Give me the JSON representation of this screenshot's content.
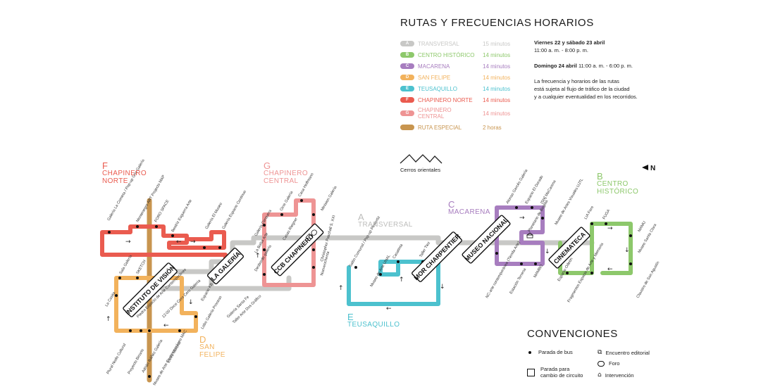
{
  "legend": {
    "title": "RUTAS Y FRECUENCIAS",
    "routes": [
      {
        "letter": "A",
        "name": "TRANSVERSAL",
        "freq": "15 minutos",
        "color": "#c8c8c6"
      },
      {
        "letter": "B",
        "name": "CENTRO HISTÓRICO",
        "freq": "14 minutos",
        "color": "#8dc86b"
      },
      {
        "letter": "C",
        "name": "MACARENA",
        "freq": "14 minutos",
        "color": "#a77dbf"
      },
      {
        "letter": "D",
        "name": "SAN FELIPE",
        "freq": "14 minutos",
        "color": "#f2b25c"
      },
      {
        "letter": "E",
        "name": "TEUSAQUILLO",
        "freq": "14 minutos",
        "color": "#4cc1ce"
      },
      {
        "letter": "F",
        "name": "CHAPINERO NORTE",
        "freq": "14 minutos",
        "color": "#ea5b4f"
      },
      {
        "letter": "G",
        "name": "CHAPINERO CENTRAL",
        "freq": "14 minutos",
        "color": "#ee9494"
      },
      {
        "letter": "",
        "name": "RUTA ESPECIAL",
        "freq": "2 horas",
        "color": "#c8954f"
      }
    ]
  },
  "schedule": {
    "title": "HORARIOS",
    "day1": "Viernes 22 y sábado 23 abril",
    "hours1": "11:00 a. m. - 8:00 p. m.",
    "day2": "Domingo 24 abril",
    "hours2": "11:00 a. m. - 6:00 p. m.",
    "note1": "La frecuencia y horarios de las rutas",
    "note2": "está sujeta al flujo de tráfico de la ciudad",
    "note3": "y a cualquier eventualidad en los recorridos."
  },
  "map": {
    "mountains_label": "Cerros orientales",
    "north_label": "N",
    "route_names": {
      "F": {
        "letter": "F",
        "l1": "CHAPINERO",
        "l2": "NORTE"
      },
      "G": {
        "letter": "G",
        "l1": "CHAPINERO",
        "l2": "CENTRAL"
      },
      "A": {
        "letter": "A",
        "l1": "TRANSVERSAL"
      },
      "C": {
        "letter": "C",
        "l1": "MACARENA"
      },
      "B": {
        "letter": "B",
        "l1": "CENTRO",
        "l2": "HISTÓRICO"
      },
      "E": {
        "letter": "E",
        "l1": "TEUSAQUILLO"
      },
      "D": {
        "letter": "D",
        "l1": "SAN",
        "l2": "FELIPE"
      }
    },
    "hubs": [
      "INSTITUTO DE VISIÓN",
      "LA GALERÍA",
      "CCB CHAPINERO",
      "MOR CHARPENTIER",
      "MUSEO NACIONAL",
      "CINEMATECA"
    ],
    "stops": {
      "s1": "Galería La Cometa / Pop-up Gris Galería",
      "s2": "Montenegro ART Projects MAP",
      "s3": "FORO SPACE",
      "s4": "Beatriz Esguerra Arte",
      "s5": "Galería El Museo",
      "s6": "Galería Espacio Continuo",
      "s7": "Sala Galería",
      "s8": "SKETCH",
      "s9": "La Casita",
      "s10": "Piedra Espacio de Arte Contemporáneo",
      "s11": "12:00 Doce Cero Cero Galería",
      "s12": "Espacio KB",
      "s13": "Lobo Galería Proceso",
      "s14": "Plural Nodo Cultural",
      "s15": "Proyecto Binario",
      "s16": "Adrián Ibáñez Galería",
      "s17": "Elvira Moreno",
      "s18": "Museo de Arte Contemporáneo MAC",
      "s19": "Galería Santa Fe",
      "s20": "Taller Arte Dos Gráfico",
      "s21": "Ocre Galería",
      "s22": "Casa Hoffmann",
      "s23": "Minision Galería",
      "s24": "Galería Cerquera",
      "s25": "Casas Riegner",
      "s26": "La Balsa Arte",
      "s27": "Desborde galería",
      "s28": "Christopher Paschall S. XXI",
      "s29": "Nueveochenta",
      "s30": "Salón Comunal / Pop-up Peinortiz",
      "s31": "Museo de Arte UNAL",
      "s32": "Casatinta",
      "s33": "Taller Tiez",
      "s34": "Alonso Garcés Galería",
      "s35": "Espacio El Dorado",
      "s36": "[SN] MaCarena",
      "s37": "Planetario de Bogotá",
      "s38": "Museo de Artes Visuales UJTL",
      "s39": "NC-arte contemporáneo (Tienda Arte)",
      "s40": "Estación Terrena",
      "s41": "MAMBO",
      "s42": "LIA Faro",
      "s43": "FUGA",
      "s44": "MAMU",
      "s45": "Museo Santa Clara",
      "s46": "Espacio Odeón",
      "s47": "Fragmentos Espacio de Arte y Memoria",
      "s48": "Claustro de San Agustín"
    }
  },
  "conventions": {
    "title": "CONVENCIONES",
    "bus_stop": "Parada de bus",
    "circuit_change1": "Parada para",
    "circuit_change2": "cambio de circuito",
    "editorial": "Encuentro editorial",
    "forum": "Foro",
    "intervention": "Intervención"
  }
}
